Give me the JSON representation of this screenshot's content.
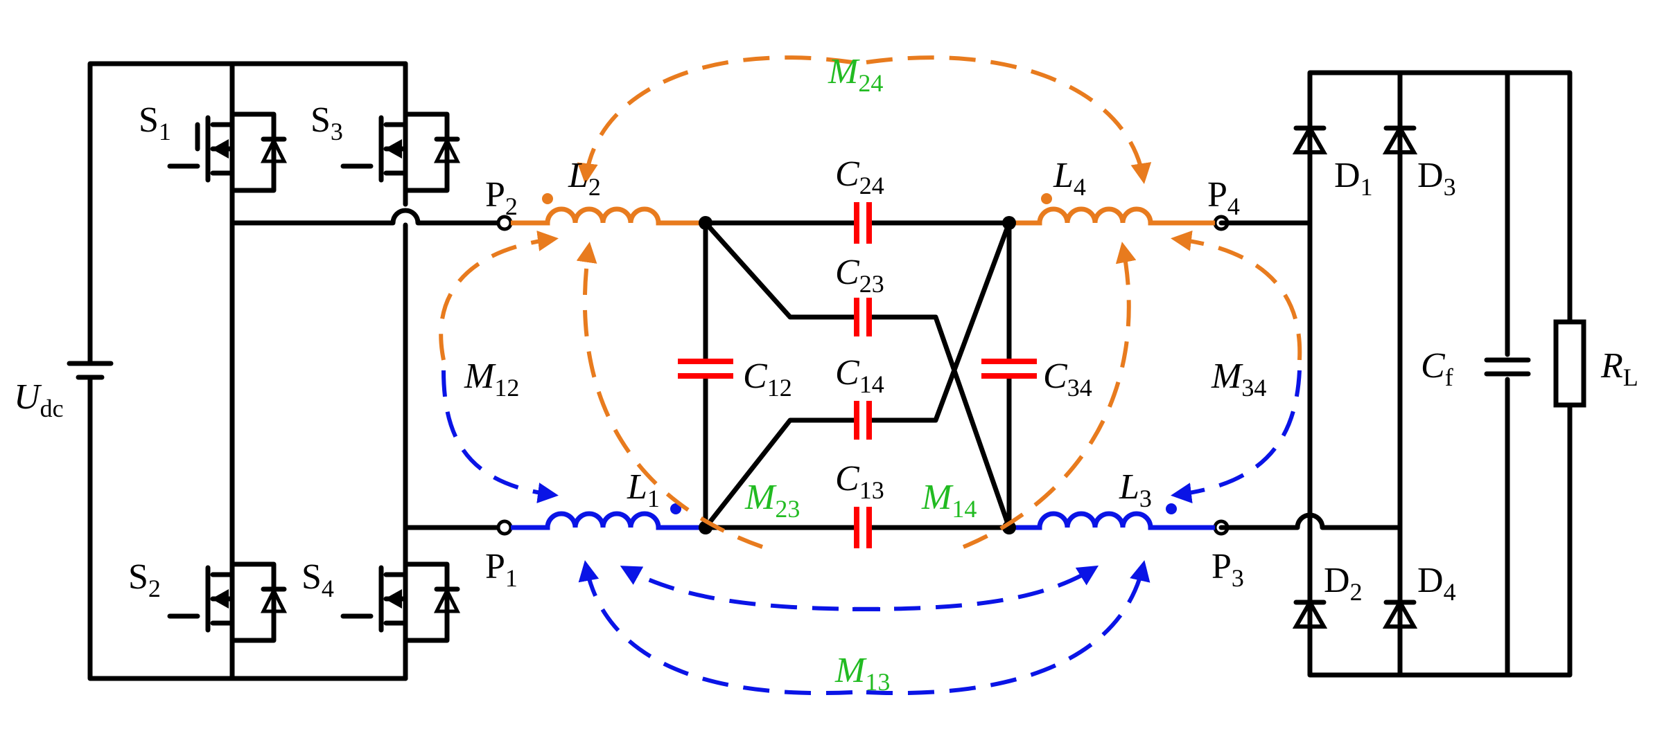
{
  "labels": {
    "S1": {
      "main": "S",
      "sub": "1"
    },
    "S2": {
      "main": "S",
      "sub": "2"
    },
    "S3": {
      "main": "S",
      "sub": "3"
    },
    "S4": {
      "main": "S",
      "sub": "4"
    },
    "Udc": {
      "main": "U",
      "sub": "dc"
    },
    "P1": {
      "main": "P",
      "sub": "1"
    },
    "P2": {
      "main": "P",
      "sub": "2"
    },
    "P3": {
      "main": "P",
      "sub": "3"
    },
    "P4": {
      "main": "P",
      "sub": "4"
    },
    "L1": {
      "main": "L",
      "sub": "1"
    },
    "L2": {
      "main": "L",
      "sub": "2"
    },
    "L3": {
      "main": "L",
      "sub": "3"
    },
    "L4": {
      "main": "L",
      "sub": "4"
    },
    "C12": {
      "main": "C",
      "sub": "12"
    },
    "C13": {
      "main": "C",
      "sub": "13"
    },
    "C14": {
      "main": "C",
      "sub": "14"
    },
    "C23": {
      "main": "C",
      "sub": "23"
    },
    "C24": {
      "main": "C",
      "sub": "24"
    },
    "C34": {
      "main": "C",
      "sub": "34"
    },
    "M12": {
      "main": "M",
      "sub": "12"
    },
    "M13": {
      "main": "M",
      "sub": "13"
    },
    "M14": {
      "main": "M",
      "sub": "14"
    },
    "M23": {
      "main": "M",
      "sub": "23"
    },
    "M24": {
      "main": "M",
      "sub": "24"
    },
    "M34": {
      "main": "M",
      "sub": "34"
    },
    "D1": {
      "main": "D",
      "sub": "1"
    },
    "D2": {
      "main": "D",
      "sub": "2"
    },
    "D3": {
      "main": "D",
      "sub": "3"
    },
    "D4": {
      "main": "D",
      "sub": "4"
    },
    "Cf": {
      "main": "C",
      "sub": "f"
    },
    "RL": {
      "main": "R",
      "sub": "L"
    }
  },
  "colors": {
    "wire": "#000000",
    "capacitor": "#ff0000",
    "primary_coil": "#e87b1e",
    "secondary_coil": "#0a14e6",
    "mutual_label": "#22bb22"
  }
}
